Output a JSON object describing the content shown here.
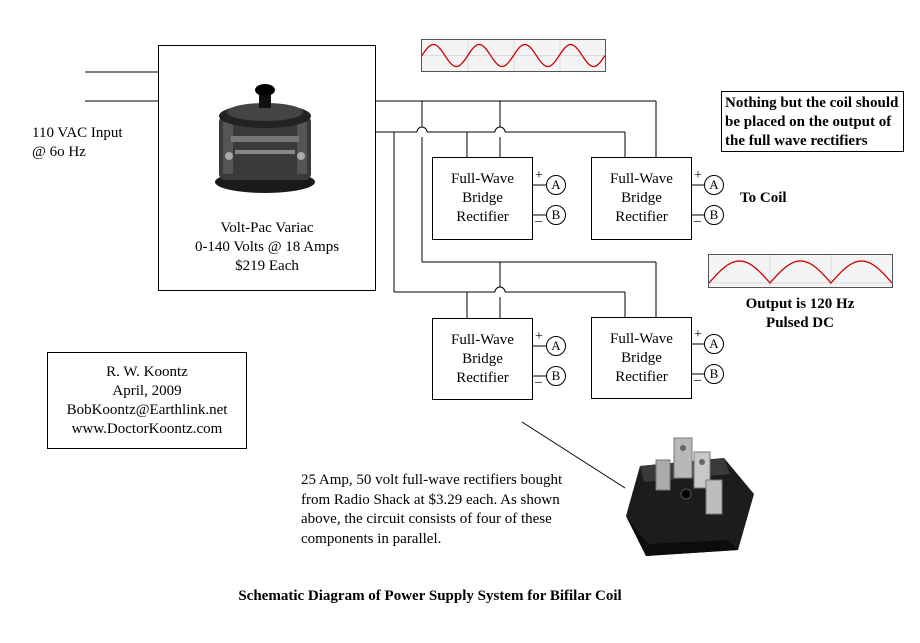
{
  "input_label": [
    "110 VAC Input",
    "@ 6o Hz"
  ],
  "variac": {
    "lines": [
      "Volt-Pac Variac",
      "0-140 Volts @ 18 Amps",
      "$219 Each"
    ],
    "image_icon": "variac-photo-icon"
  },
  "rectifiers": [
    {
      "label": [
        "Full-Wave",
        "Bridge",
        "Rectifier"
      ],
      "plus": "+",
      "minus": "_",
      "terminal_a": "A",
      "terminal_b": "B"
    },
    {
      "label": [
        "Full-Wave",
        "Bridge",
        "Rectifier"
      ],
      "plus": "+",
      "minus": "_",
      "terminal_a": "A",
      "terminal_b": "B"
    },
    {
      "label": [
        "Full-Wave",
        "Bridge",
        "Rectifier"
      ],
      "plus": "+",
      "minus": "_",
      "terminal_a": "A",
      "terminal_b": "B"
    },
    {
      "label": [
        "Full-Wave",
        "Bridge",
        "Rectifier"
      ],
      "plus": "+",
      "minus": "_",
      "terminal_a": "A",
      "terminal_b": "B"
    }
  ],
  "note_box": [
    "Nothing but the coil should",
    "be placed on the output of",
    "the full wave rectifiers"
  ],
  "to_coil": "To Coil",
  "output_label": [
    "Output is 120 Hz",
    "Pulsed DC"
  ],
  "author": [
    "R. W. Koontz",
    "April, 2009",
    "BobKoontz@Earthlink.net",
    "www.DoctorKoontz.com"
  ],
  "rectifier_note": [
    "25 Amp, 50 volt full-wave rectifiers bought",
    "from Radio Shack at $3.29 each. As shown",
    "above, the circuit consists of four of these",
    "components in parallel."
  ],
  "rectifier_photo_icon": "bridge-rectifier-photo-icon",
  "caption": "Schematic Diagram of Power Supply System for Bifilar Coil",
  "colors": {
    "wave": "#cc0000",
    "wire": "#000000"
  }
}
